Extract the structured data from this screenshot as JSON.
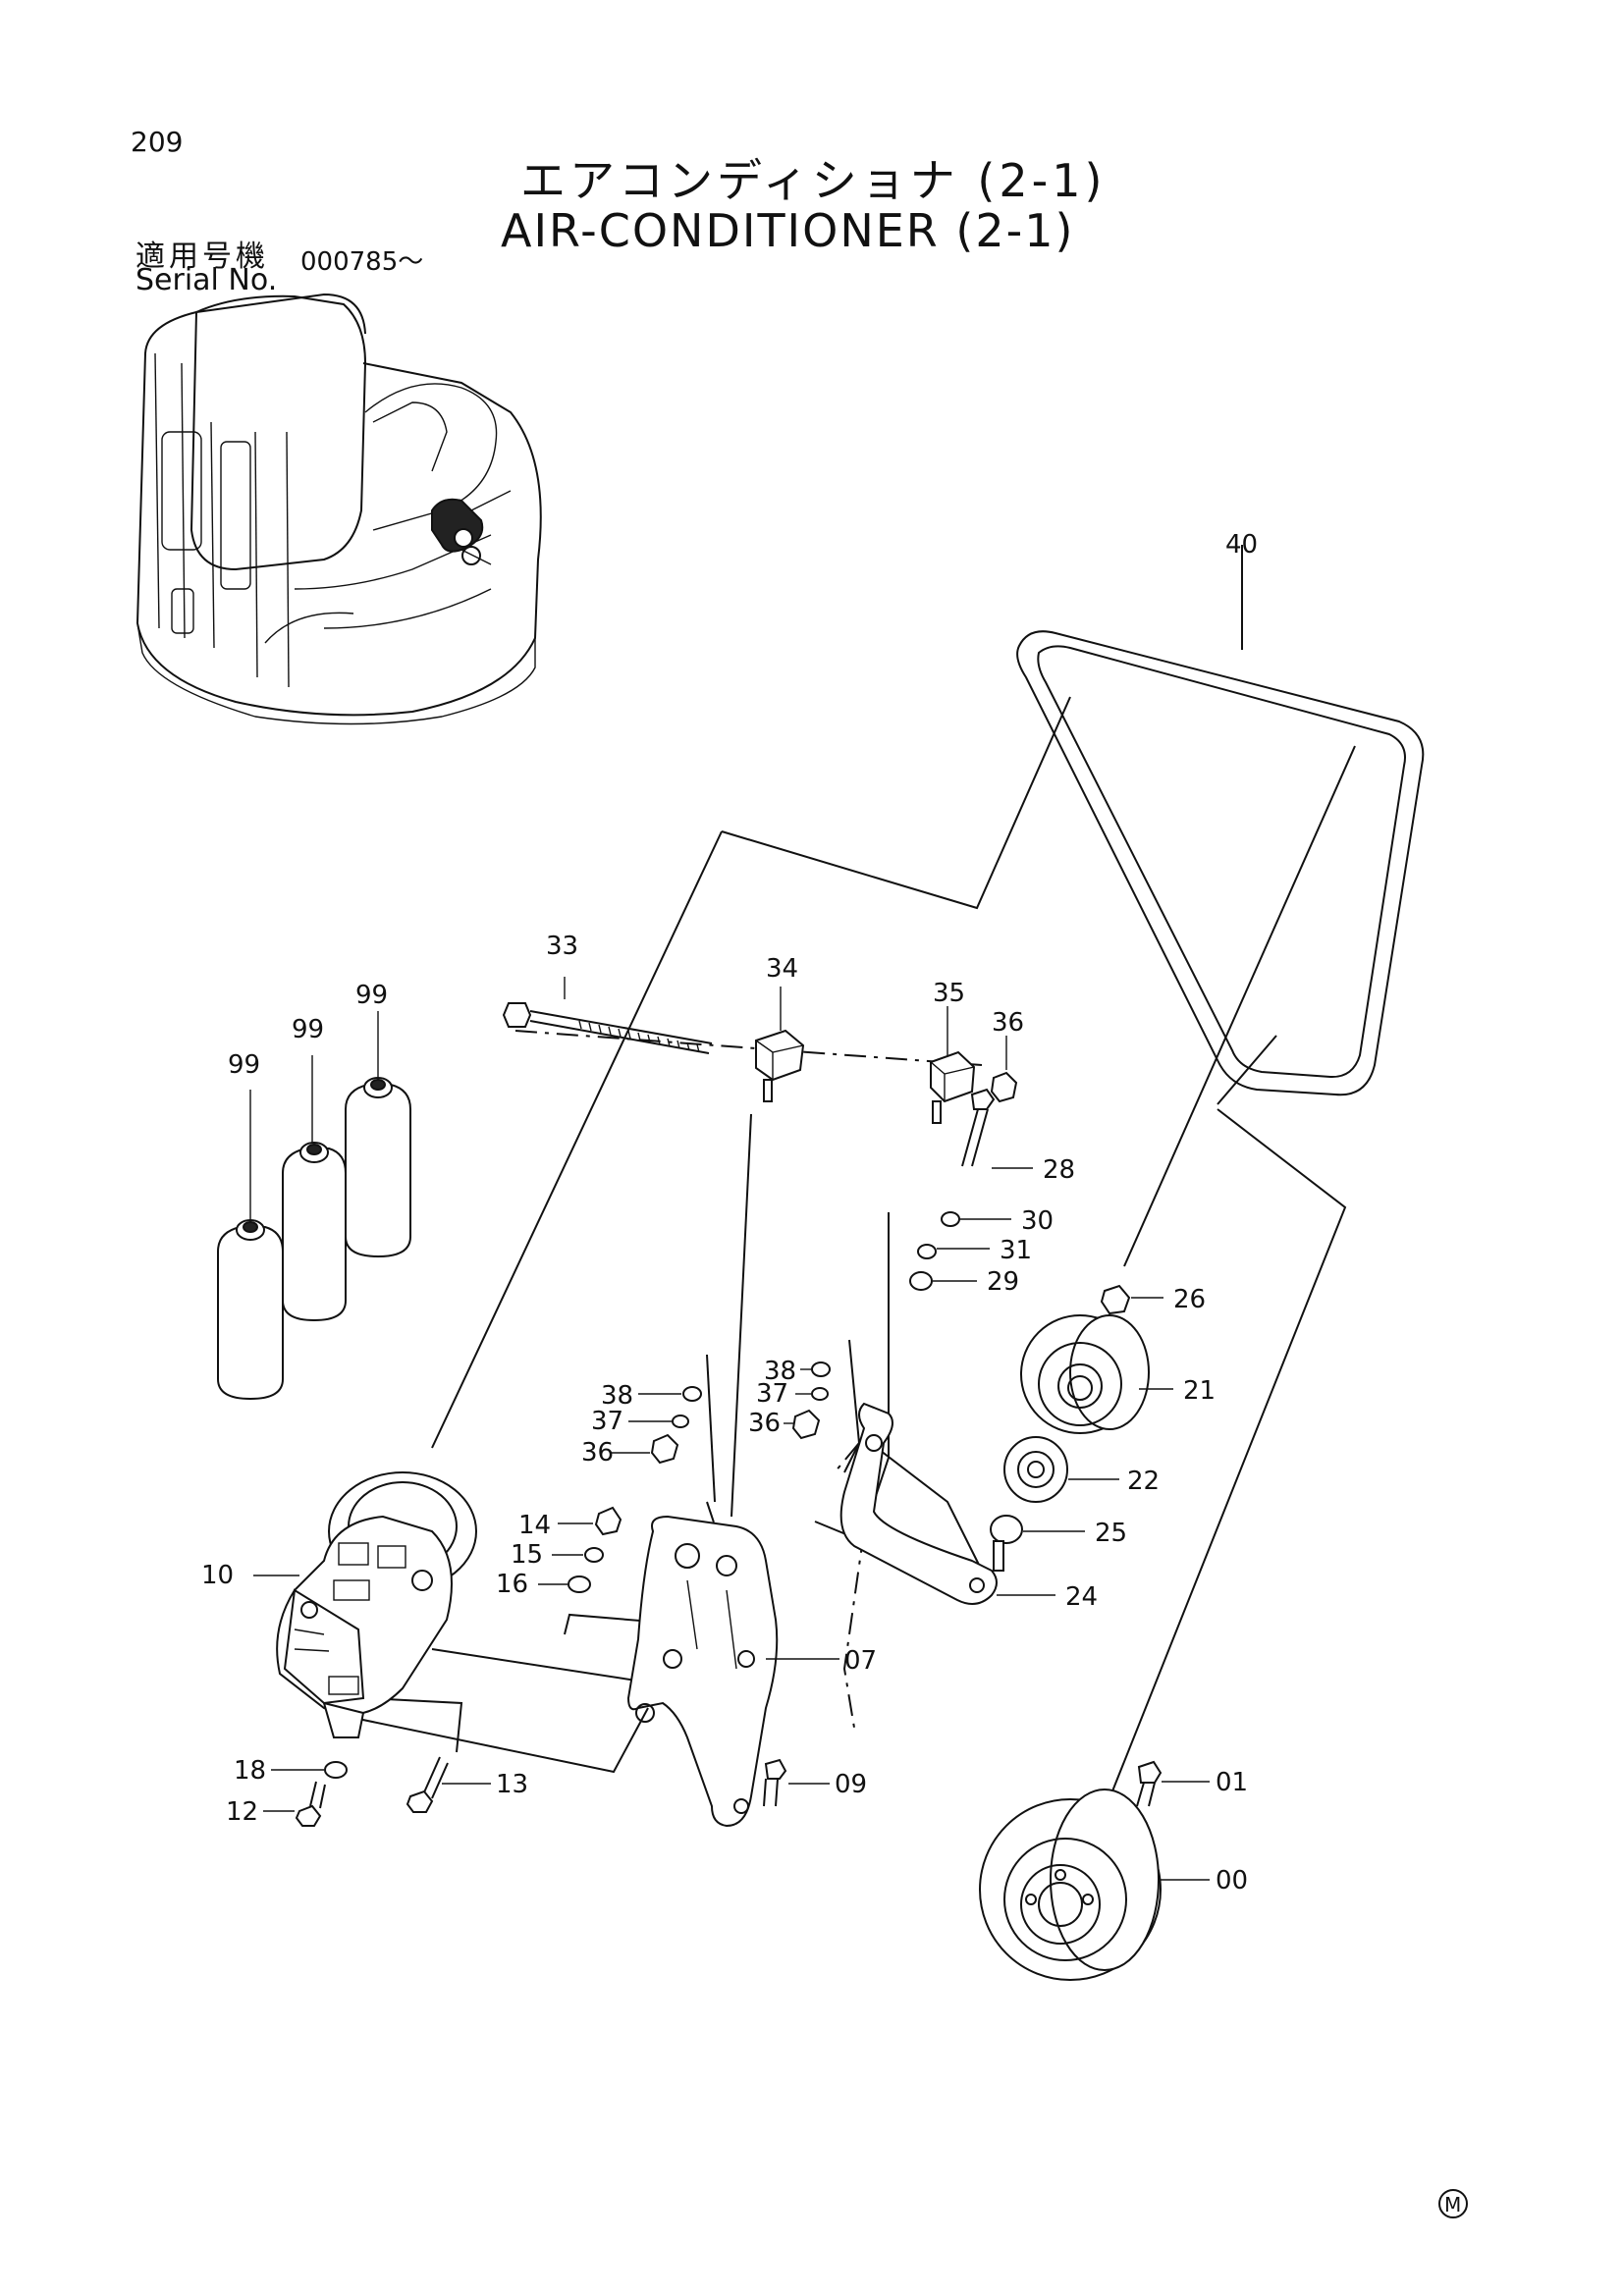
{
  "page_number": "209",
  "title_jp": "エアコンディショナ (2-1)",
  "title_en": "AIR-CONDITIONER (2-1)",
  "serial_label_jp": "適用号機",
  "serial_label_en": "Serial No.",
  "serial_value": "000785～",
  "mark": "M",
  "callouts": {
    "c40": "40",
    "c33": "33",
    "c34": "34",
    "c35": "35",
    "c36a": "36",
    "c28": "28",
    "c30": "30",
    "c31": "31",
    "c29": "29",
    "c26": "26",
    "c21": "21",
    "c22": "22",
    "c25": "25",
    "c24": "24",
    "c99a": "99",
    "c99b": "99",
    "c99c": "99",
    "c38a": "38",
    "c37a": "37",
    "c36b": "36",
    "c38b": "38",
    "c37b": "37",
    "c36c": "36",
    "c14": "14",
    "c15": "15",
    "c16": "16",
    "c10": "10",
    "c07": "07",
    "c18": "18",
    "c12": "12",
    "c13": "13",
    "c09": "09",
    "c01": "01",
    "c00": "00"
  }
}
